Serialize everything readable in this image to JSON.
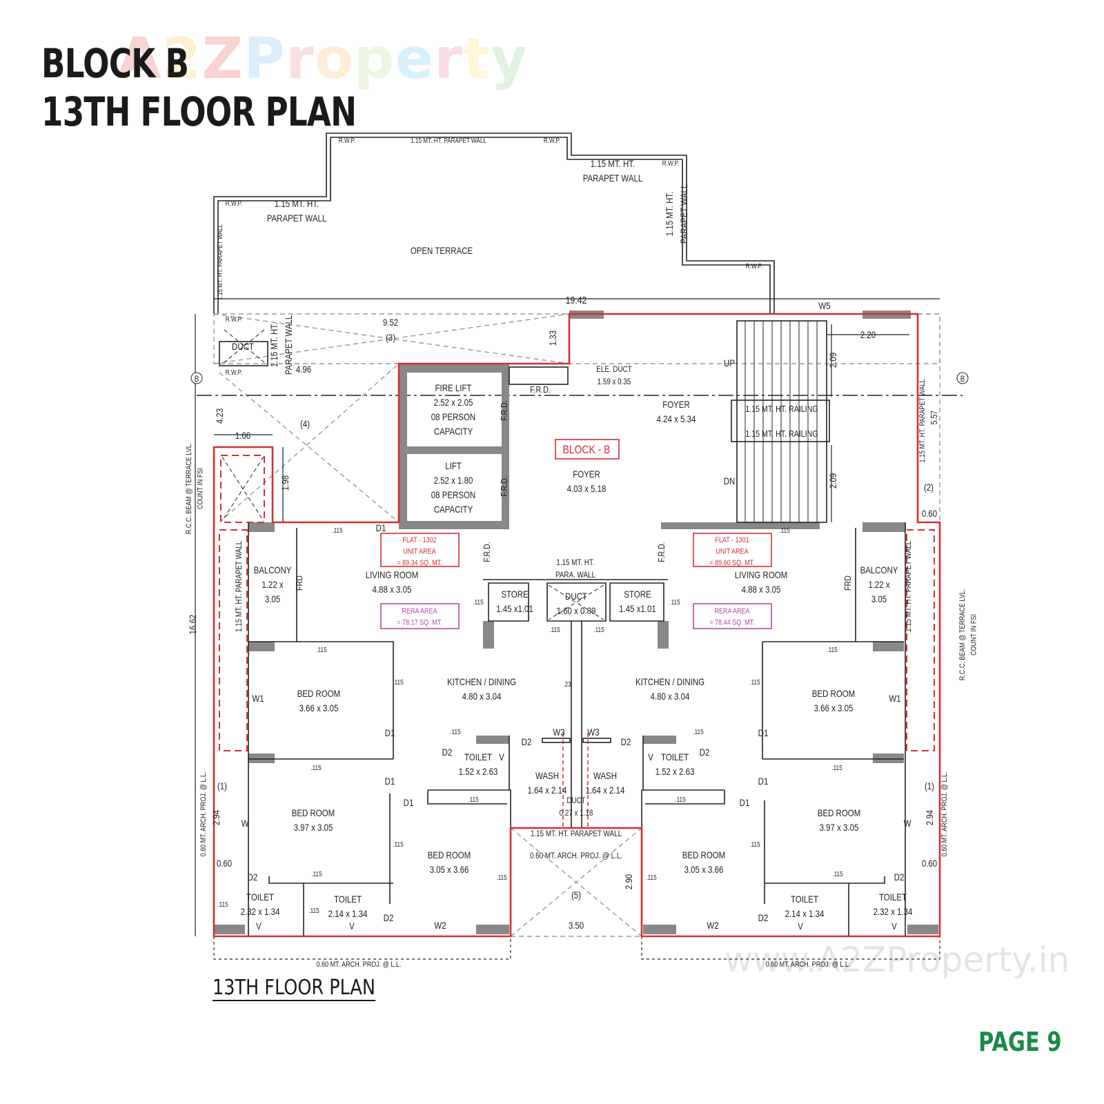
{
  "header": {
    "title_line1": "BLOCK B",
    "title_line2": "13TH FLOOR PLAN"
  },
  "watermark": {
    "logo_text": [
      "A",
      "2",
      "Z",
      " ",
      "P",
      "r",
      "o",
      "p",
      "e",
      "r",
      "t",
      "y"
    ],
    "url": "www.A2ZProperty.in"
  },
  "footer": {
    "plan_caption": "13TH FLOOR PLAN",
    "page_label": "PAGE 9"
  },
  "colors": {
    "unit_area": "#d32f2f",
    "rera_area": "#b04aa8",
    "page_label": "#1a8a4a",
    "outline": "#d32f2f"
  },
  "labels": {
    "rwp1": [
      "R.W.P."
    ],
    "rwp2": [
      "R.W.P."
    ],
    "rwp3": [
      "R.W.P."
    ],
    "rwp4": [
      "R.W.P."
    ],
    "rwp5": [
      "R.W.P."
    ],
    "rwp6": [
      "R.W.P."
    ],
    "rwp7": [
      "R.W.P."
    ],
    "parapet_top": [
      "1.15 MT. HT. PARAPET WALL"
    ],
    "parapet_tr": [
      "1.15 MT. HT.",
      "PARAPET WALL"
    ],
    "parapet_tl": [
      "1.15 MT. HT.",
      "PARAPET WALL"
    ],
    "parapet_rv": [
      "1.15 MT. HT.",
      "PARAPET WALL"
    ],
    "parapet_lv": [
      "1.15 MT. HT. PARAPET WALL"
    ],
    "open_terrace": [
      "OPEN TERRACE"
    ],
    "dim_total_width": [
      "19.42"
    ],
    "w5": [
      "W5"
    ],
    "dim_952": [
      "9.52"
    ],
    "zone3": [
      "(3)"
    ],
    "dim_133": [
      "1.33"
    ],
    "duct_tl": [
      "DUCT"
    ],
    "parapet_duct": [
      "1.15 MT. HT.",
      "PARAPET WALL"
    ],
    "dim_496": [
      "4.96"
    ],
    "ele_duct": [
      "ELE. DUCT",
      "1.59 x 0.35"
    ],
    "frd_top": [
      "F.R.D."
    ],
    "foyer_upper": [
      "FOYER",
      "4.24 x 5.34"
    ],
    "up": [
      "UP"
    ],
    "dn": [
      "DN"
    ],
    "dim_209a": [
      "2.09"
    ],
    "dim_209b": [
      "2.09"
    ],
    "dim_220": [
      "2.20"
    ],
    "railing1": [
      "1.15 MT. HT. RAILING"
    ],
    "railing2": [
      "1.15 MT. HT. RAILING"
    ],
    "parapet_rv2": [
      "1.15 MT. HT. PARAPET WALL"
    ],
    "dim_557": [
      "5.57"
    ],
    "zone2": [
      "(2)"
    ],
    "dim_060_r": [
      "0.60"
    ],
    "dim_423": [
      "4.23"
    ],
    "zone4": [
      "(4)"
    ],
    "dim_166": [
      "1.66"
    ],
    "dim_198": [
      "1.98"
    ],
    "fire_lift": [
      "FIRE LIFT",
      "2.52 x 2.05",
      "08 PERSON",
      "CAPACITY"
    ],
    "lift": [
      "LIFT",
      "2.52 x 1.80",
      "08 PERSON",
      "CAPACITY"
    ],
    "frd_lift1": [
      "F.R.D."
    ],
    "frd_lift2": [
      "F.R.D."
    ],
    "block_b": [
      "BLOCK - B"
    ],
    "foyer_lower": [
      "FOYER",
      "4.03 x 5.18"
    ],
    "rcc_left": [
      "R.C.C. BEAM @ TERRACE LVL.",
      "COUNT IN FSI"
    ],
    "rcc_right": [
      "R.C.C. BEAM @ TERRACE LVL.",
      "COUNT IN FSI"
    ],
    "dim_1662": [
      "16.62"
    ],
    "d1_a": [
      "D1"
    ],
    "flat_1302": [
      "FLAT - 1302",
      "UNIT AREA",
      "= 89.34 SQ. MT."
    ],
    "flat_1301": [
      "FLAT - 1301",
      "UNIT AREA",
      "= 89.60 SQ. MT."
    ],
    "rera_1302": [
      "RERA AREA",
      "= 78.17 SQ. MT."
    ],
    "rera_1301": [
      "RERA AREA",
      "= 78.44 SQ. MT."
    ],
    "frd_l": [
      "F.R.D."
    ],
    "frd_r": [
      "F.R.D."
    ],
    "para_wall_c": [
      "1.15 MT. HT.",
      "PARA. WALL"
    ],
    "living_l": [
      "LIVING ROOM",
      "4.88 x 3.05"
    ],
    "living_r": [
      "LIVING ROOM",
      "4.88 x 3.05"
    ],
    "balcony_l": [
      "BALCONY",
      "1.22 x",
      "3.05"
    ],
    "balcony_r": [
      "BALCONY",
      "1.22 x",
      "3.05"
    ],
    "frd_bal_l": [
      "FRD"
    ],
    "frd_bal_r": [
      "FRD"
    ],
    "store_l": [
      "STORE",
      "1.45 x1.01"
    ],
    "store_r": [
      "STORE",
      "1.45 x1.01"
    ],
    "duct_c": [
      "DUCT",
      "1.60 x 0.89"
    ],
    "parapet_bal_l": [
      "1.15 MT. HT. PARAPET WALL"
    ],
    "parapet_bal_r": [
      "1.15 MT. HT. PARAPET WALL"
    ],
    "kitchen_l": [
      "KITCHEN / DINING",
      "4.80 x 3.04"
    ],
    "kitchen_r": [
      "KITCHEN / DINING",
      "4.80 x 3.04"
    ],
    "dim_023": [
      ".23"
    ],
    "bed1_l": [
      "BED ROOM",
      "3.66 x 3.05"
    ],
    "bed1_r": [
      "BED ROOM",
      "3.66 x 3.05"
    ],
    "w1_l": [
      "W1"
    ],
    "w1_r": [
      "W1"
    ],
    "d1_b": [
      "D1"
    ],
    "d1_c": [
      "D1"
    ],
    "d1_d": [
      "D1"
    ],
    "d1_e": [
      "D1"
    ],
    "d1_f": [
      "D1"
    ],
    "d1_g": [
      "D1"
    ],
    "w3_l": [
      "W3"
    ],
    "w3_r": [
      "W3"
    ],
    "d2_a": [
      "D2"
    ],
    "d2_b": [
      "D2"
    ],
    "d2_c": [
      "D2"
    ],
    "d2_d": [
      "D2"
    ],
    "d2_e": [
      "D2"
    ],
    "d2_f": [
      "D2"
    ],
    "d2_g": [
      "D2"
    ],
    "d2_h": [
      "D2"
    ],
    "toilet_c_l": [
      "TOILET",
      "1.52 x 2.63"
    ],
    "toilet_c_r": [
      "TOILET",
      "1.52 x 2.63"
    ],
    "v_a": [
      "V"
    ],
    "v_b": [
      "V"
    ],
    "v_c": [
      "V"
    ],
    "v_d": [
      "V"
    ],
    "v_e": [
      "V"
    ],
    "v_f": [
      "V"
    ],
    "wash_l": [
      "WASH",
      "1.64 x 2.14"
    ],
    "wash_r": [
      "WASH",
      "1.64 x 2.14"
    ],
    "duct_small": [
      "DUCT",
      "0.27 x 1.18"
    ],
    "zone1_l": [
      "(1)"
    ],
    "zone1_r": [
      "(1)"
    ],
    "dim_294_l": [
      "2.94"
    ],
    "dim_294_r": [
      "2.94"
    ],
    "arch_v_l": [
      "0.60 MT. ARCH. PROJ. @ L.L."
    ],
    "arch_v_r": [
      "0.60 MT. ARCH. PROJ. @ L.L."
    ],
    "bed2_l": [
      "BED ROOM",
      "3.97 x 3.05"
    ],
    "bed2_r": [
      "BED ROOM",
      "3.97 x 3.05"
    ],
    "w_l": [
      "W"
    ],
    "w_r": [
      "W"
    ],
    "parapet_bc": [
      "1.15 MT. HT. PARAPET WALL"
    ],
    "arch_c": [
      "0.60 MT. ARCH. PROJ. @ L.L."
    ],
    "bed3_l": [
      "BED ROOM",
      "3.05 x 3.66"
    ],
    "bed3_r": [
      "BED ROOM",
      "3.05 x 3.66"
    ],
    "dim_060_l": [
      "0.60"
    ],
    "dim_060_r2": [
      "0.60"
    ],
    "dim_290": [
      "2.90"
    ],
    "toilet_a_l": [
      "TOILET",
      "2.32 x 1.34"
    ],
    "toilet_a_r": [
      "TOILET",
      "2.32 x 1.34"
    ],
    "toilet_b_l": [
      "TOILET",
      "2.14 x 1.34"
    ],
    "toilet_b_r": [
      "TOILET",
      "2.14 x 1.34"
    ],
    "zone5": [
      "(5)"
    ],
    "dim_350": [
      "3.50"
    ],
    "w2_l": [
      "W2"
    ],
    "w2_r": [
      "W2"
    ],
    "arch_bl": [
      "0.60 MT. ARCH. PROJ. @ L.L."
    ],
    "arch_br": [
      "0.60 MT. ARCH. PROJ. @ L.L."
    ],
    "grid_b_l": [
      "B"
    ],
    "grid_b_r": [
      "B"
    ],
    "t115_1": [
      ".115"
    ],
    "t115_2": [
      ".115"
    ],
    "t115_3": [
      ".115"
    ],
    "t115_4": [
      ".115"
    ],
    "t115_5": [
      ".115"
    ],
    "t115_6": [
      ".115"
    ],
    "t115_7": [
      ".115"
    ],
    "t115_8": [
      ".115"
    ],
    "t115_9": [
      ".115"
    ],
    "t115_10": [
      ".115"
    ],
    "t115_11": [
      ".115"
    ],
    "t115_12": [
      ".115"
    ],
    "t115_13": [
      ".115"
    ],
    "t115_14": [
      ".115"
    ],
    "t115_15": [
      ".115"
    ],
    "t115_16": [
      ".115"
    ],
    "t115_17": [
      ".115"
    ],
    "t115_18": [
      ".115"
    ],
    "t115_19": [
      ".115"
    ],
    "t115_20": [
      ".115"
    ],
    "t115_21": [
      ".115"
    ],
    "t115_22": [
      ".115"
    ],
    "t115_23": [
      ".115"
    ],
    "t115_24": [
      ".115"
    ]
  }
}
